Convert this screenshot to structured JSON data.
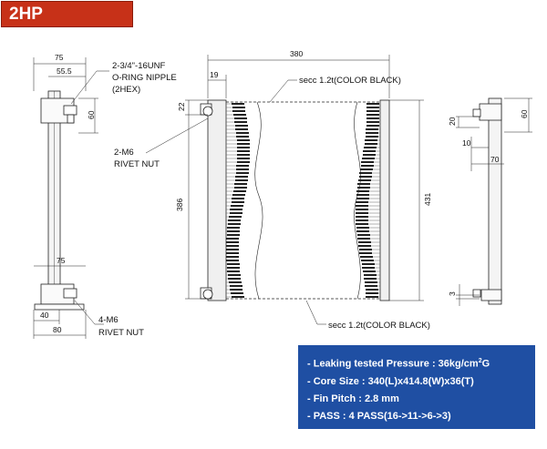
{
  "title": "2HP",
  "side_view_left": {
    "dims": {
      "width_top": "75",
      "offset_top": "55.5",
      "height_top": "60",
      "width_bottom": "75",
      "foot_a": "40",
      "foot_b": "80"
    },
    "callout_fitting": {
      "line1": "2-3/4\"-16UNF",
      "line2": "O-RING NIPPLE",
      "line3": "(2HEX)"
    },
    "callout_m6_mid": {
      "line1": "2-M6",
      "line2": "RIVET NUT"
    },
    "callout_m6_bottom": {
      "line1": "4-M6",
      "line2": "RIVET NUT"
    }
  },
  "front_view": {
    "dims": {
      "width": "380",
      "offset_left": "19",
      "top": "22",
      "height_core": "386",
      "height_total": "431"
    },
    "note_top": "secc 1.2t(COLOR BLACK)",
    "note_bottom": "secc 1.2t(COLOR BLACK)"
  },
  "side_view_right": {
    "dims": {
      "a": "20",
      "b": "60",
      "c": "10",
      "d": "70",
      "e": "3"
    }
  },
  "specs": {
    "leak_prefix": "- Leaking tested Pressure : 36kg/cm",
    "leak_sup": "2",
    "leak_suffix": "G",
    "core": "- Core Size : 340(L)x414.8(W)x36(T)",
    "fin": "- Fin Pitch : 2.8 mm",
    "pass": "- PASS : 4 PASS(16->11->6->3)"
  },
  "colors": {
    "title_bg": "#c73118",
    "spec_bg": "#1f4fa3",
    "fin_dark": "#222222"
  }
}
